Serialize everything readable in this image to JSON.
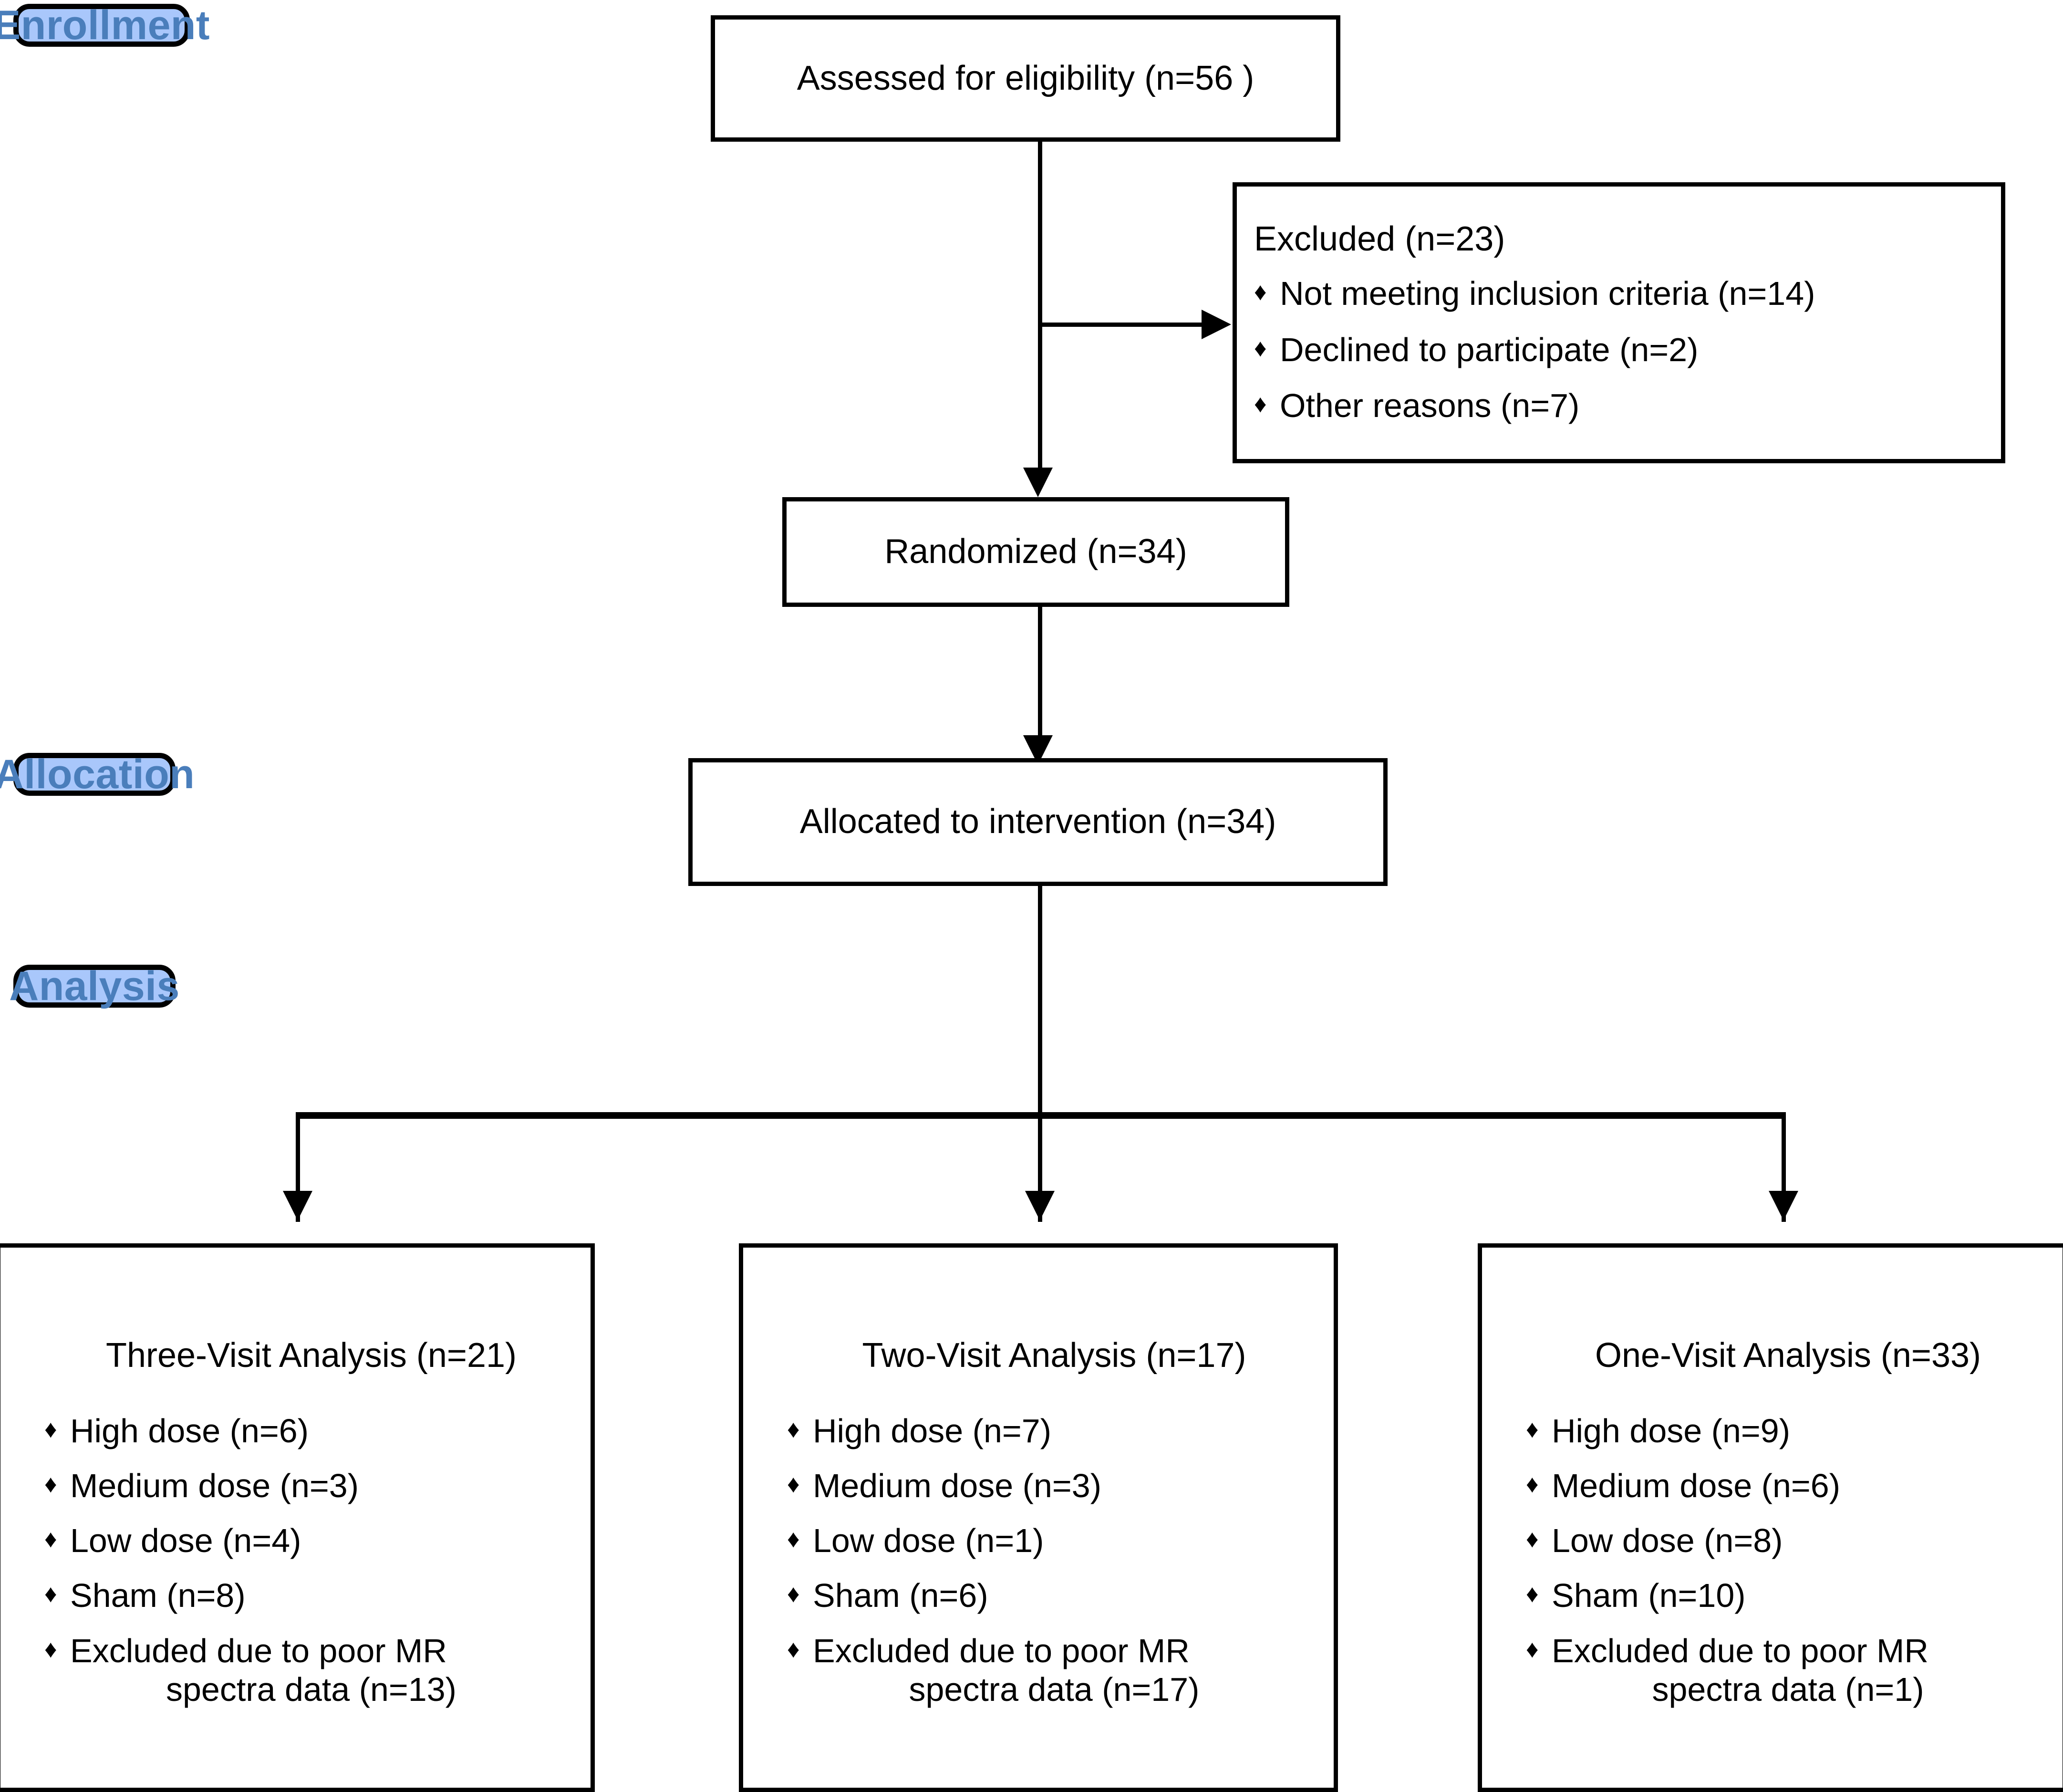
{
  "diagram": {
    "type": "CONSORT participant flow diagram",
    "stage_labels": [
      {
        "id": "enrollment",
        "label": "Enrollment"
      },
      {
        "id": "allocation",
        "label": "Allocation"
      },
      {
        "id": "analysis",
        "label": "Analysis"
      }
    ],
    "colors": {
      "stage_pill_fill": "#a9c7fb",
      "stage_pill_text": "#4a7ebb",
      "stage_pill_border": "#000000",
      "box_border": "#000000",
      "box_fill": "#ffffff",
      "body_text": "#000000",
      "connector": "#000000"
    },
    "bullet_glyph": "♦"
  },
  "enrollment": {
    "assessed": {
      "title": "Assessed for eligibility (n=56 )",
      "n": 56
    },
    "excluded": {
      "title": "Excluded  (n=23)",
      "n": 23,
      "reasons": [
        {
          "label": "Not meeting inclusion criteria (n=14)",
          "n": 14
        },
        {
          "label": "Declined to participate (n=2)",
          "n": 2
        },
        {
          "label": "Other reasons (n=7)",
          "n": 7
        }
      ]
    },
    "randomized": {
      "title": "Randomized (n=34)",
      "n": 34
    }
  },
  "allocation": {
    "allocated": {
      "title": "Allocated to intervention (n=34)",
      "n": 34
    }
  },
  "analysis": {
    "groups": [
      {
        "id": "three-visit",
        "heading": "Three-Visit Analysis (n=21)",
        "n": 21,
        "items": [
          {
            "label": "High dose (n=6)",
            "n": 6
          },
          {
            "label": "Medium dose (n=3)",
            "n": 3
          },
          {
            "label": "Low dose (n=4)",
            "n": 4
          },
          {
            "label": "Sham (n=8)",
            "n": 8
          }
        ],
        "excluded_item": {
          "line1": "Excluded due to poor MR",
          "line2": "spectra data (n=13)",
          "n": 13
        }
      },
      {
        "id": "two-visit",
        "heading": "Two-Visit Analysis (n=17)",
        "n": 17,
        "items": [
          {
            "label": "High dose (n=7)",
            "n": 7
          },
          {
            "label": "Medium dose (n=3)",
            "n": 3
          },
          {
            "label": "Low dose (n=1)",
            "n": 1
          },
          {
            "label": "Sham (n=6)",
            "n": 6
          }
        ],
        "excluded_item": {
          "line1": "Excluded due to poor MR",
          "line2": "spectra data (n=17)",
          "n": 17
        }
      },
      {
        "id": "one-visit",
        "heading": "One-Visit Analysis (n=33)",
        "n": 33,
        "items": [
          {
            "label": "High dose (n=9)",
            "n": 9
          },
          {
            "label": "Medium dose (n=6)",
            "n": 6
          },
          {
            "label": "Low dose (n=8)",
            "n": 8
          },
          {
            "label": "Sham (n=10)",
            "n": 10
          }
        ],
        "excluded_item": {
          "line1": "Excluded due to poor MR",
          "line2": "spectra data (n=1)",
          "n": 1
        }
      }
    ]
  }
}
